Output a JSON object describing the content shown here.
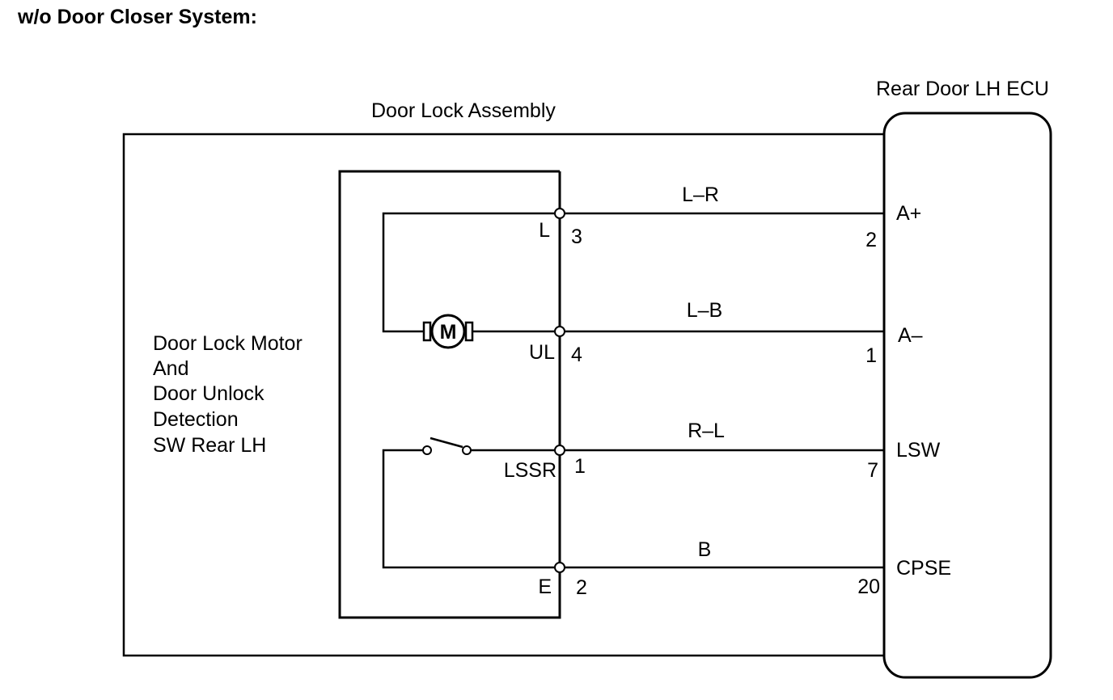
{
  "heading": "w/o Door Closer System:",
  "ecu": {
    "title": "Rear Door LH ECU",
    "terminals": [
      {
        "name": "A+",
        "pin": "2"
      },
      {
        "name": "A–",
        "pin": "1"
      },
      {
        "name": "LSW",
        "pin": "7"
      },
      {
        "name": "CPSE",
        "pin": "20"
      }
    ]
  },
  "assembly": {
    "title": "Door Lock Assembly",
    "component_lines": [
      "Door Lock Motor",
      "And",
      "Door Unlock",
      "Detection",
      "SW Rear LH"
    ],
    "motor_symbol": "M",
    "terminals": [
      {
        "name": "L",
        "pin": "3"
      },
      {
        "name": "UL",
        "pin": "4"
      },
      {
        "name": "LSSR",
        "pin": "1"
      },
      {
        "name": "E",
        "pin": "2"
      }
    ]
  },
  "wires": [
    {
      "color": "L–R"
    },
    {
      "color": "L–B"
    },
    {
      "color": "R–L"
    },
    {
      "color": "B"
    }
  ]
}
